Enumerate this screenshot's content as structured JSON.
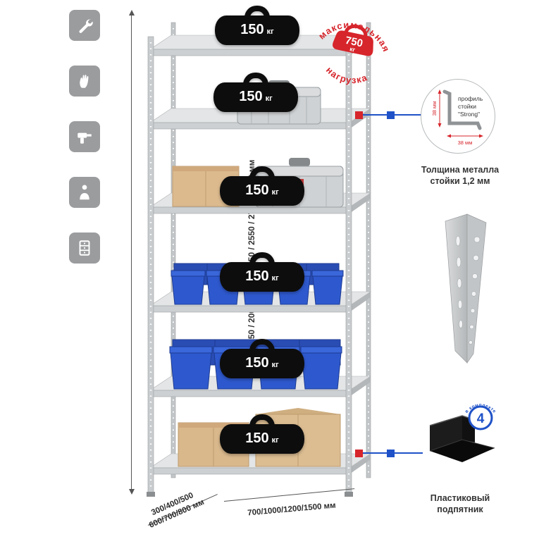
{
  "product": {
    "type": "shelving-rack-diagram"
  },
  "colors": {
    "accent_red": "#d6252b",
    "accent_blue": "#1f52c8",
    "metal_gray": "#c6c9cb"
  },
  "feature_icons": [
    {
      "name": "wrench"
    },
    {
      "name": "gloves"
    },
    {
      "name": "drill"
    },
    {
      "name": "person"
    },
    {
      "name": "rack"
    }
  ],
  "dimensions": {
    "heights": "1600 / 1850 / 2000 / 2200 / 2350 / 2550 / 2750 / 3100 мм",
    "depth_line1": "300/400/500",
    "depth_line2": "600/700/800 мм",
    "width": "700/1000/1200/1500 мм"
  },
  "shelf_badge": {
    "value": "150",
    "unit": "кг"
  },
  "stamp": {
    "word_top": "максимальная",
    "word_bottom": "нагрузка",
    "value": "750",
    "unit": "кг"
  },
  "profile_detail": {
    "dim_vertical": "38 мм",
    "dim_horizontal": "38 мм",
    "label_line1": "профиль",
    "label_line2": "стойки",
    "label_line3": "\"Strong\"",
    "caption_line1": "Толщина металла",
    "caption_line2": "стойки 1,2 мм"
  },
  "foot_detail": {
    "badge_value": "4",
    "badge_caption": "в комплекте",
    "caption_line1": "Пластиковый",
    "caption_line2": "подпятник"
  }
}
